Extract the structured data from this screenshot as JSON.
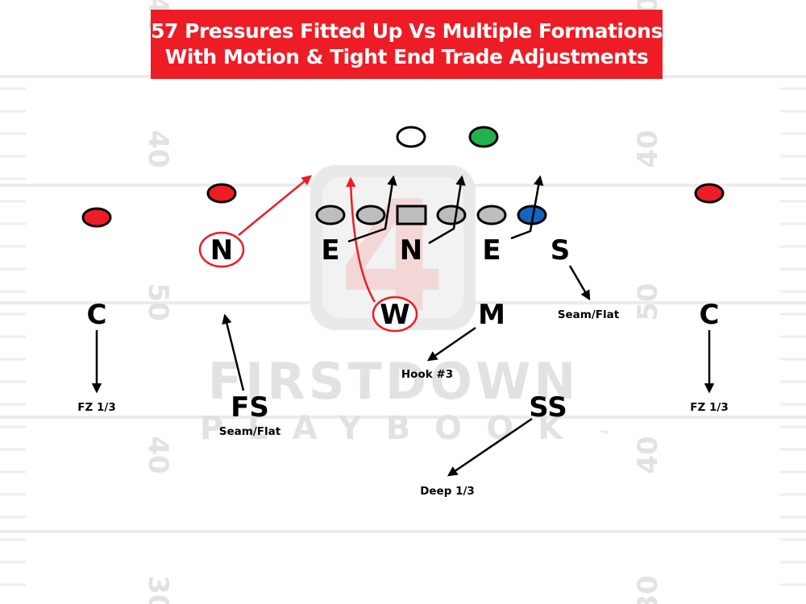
{
  "title": {
    "line1": "57 Pressures Fitted Up Vs Multiple Formations",
    "line2": "With Motion & Tight End Trade Adjustments"
  },
  "watermark": {
    "brand_top": "FIRSTDOWN",
    "brand_bottom": "PLAYBOOK",
    "tm": "™",
    "logo_glyph": "4"
  },
  "field": {
    "yard_numbers": {
      "upper": "40",
      "middle": "50",
      "lower": "40",
      "bottom_edge": "30"
    }
  },
  "defense": {
    "nickel": "N",
    "end_left": "E",
    "nose": "N",
    "end_right": "E",
    "sam": "S",
    "will": "W",
    "mike": "M",
    "corner_left": "C",
    "corner_right": "C",
    "free_safety": "FS",
    "strong_safety": "SS"
  },
  "assignments": {
    "sam": "Seam/Flat",
    "mike": "Hook #3",
    "corner_left": "FZ 1/3",
    "corner_right": "FZ 1/3",
    "free_safety": "Seam/Flat",
    "strong_safety": "Deep 1/3"
  },
  "colors": {
    "title_bg": "#ee1c25",
    "receiver_red": "#ee1c25",
    "lineman_gray": "#bdbdbd",
    "tight_end_blue": "#1565c0",
    "back_green": "#22b14c",
    "blitz_red": "#ee1c25"
  }
}
